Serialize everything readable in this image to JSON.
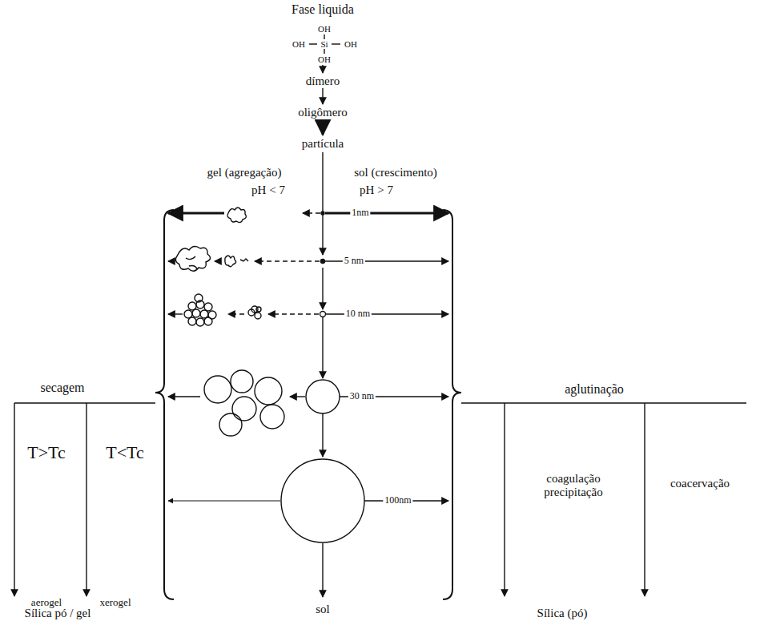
{
  "diagram": {
    "labels": [
      "Fase liquida",
      "OH",
      "OH",
      "Si",
      "OH",
      "OH",
      "dímero",
      "oligômero",
      "partícula",
      "gel (agregação)",
      "sol (crescimento)",
      "pH < 7",
      "pH > 7",
      "1nm",
      "5 nm",
      "10 nm",
      "30 nm",
      "100nm",
      "secagem",
      "aglutinação",
      "T>Tc",
      "T<Tc",
      "aerogel",
      "xerogel",
      "Sílica pó / gel",
      "sol",
      "coagulação precipitação",
      "coacervação",
      "Sílica (pó)"
    ]
  }
}
